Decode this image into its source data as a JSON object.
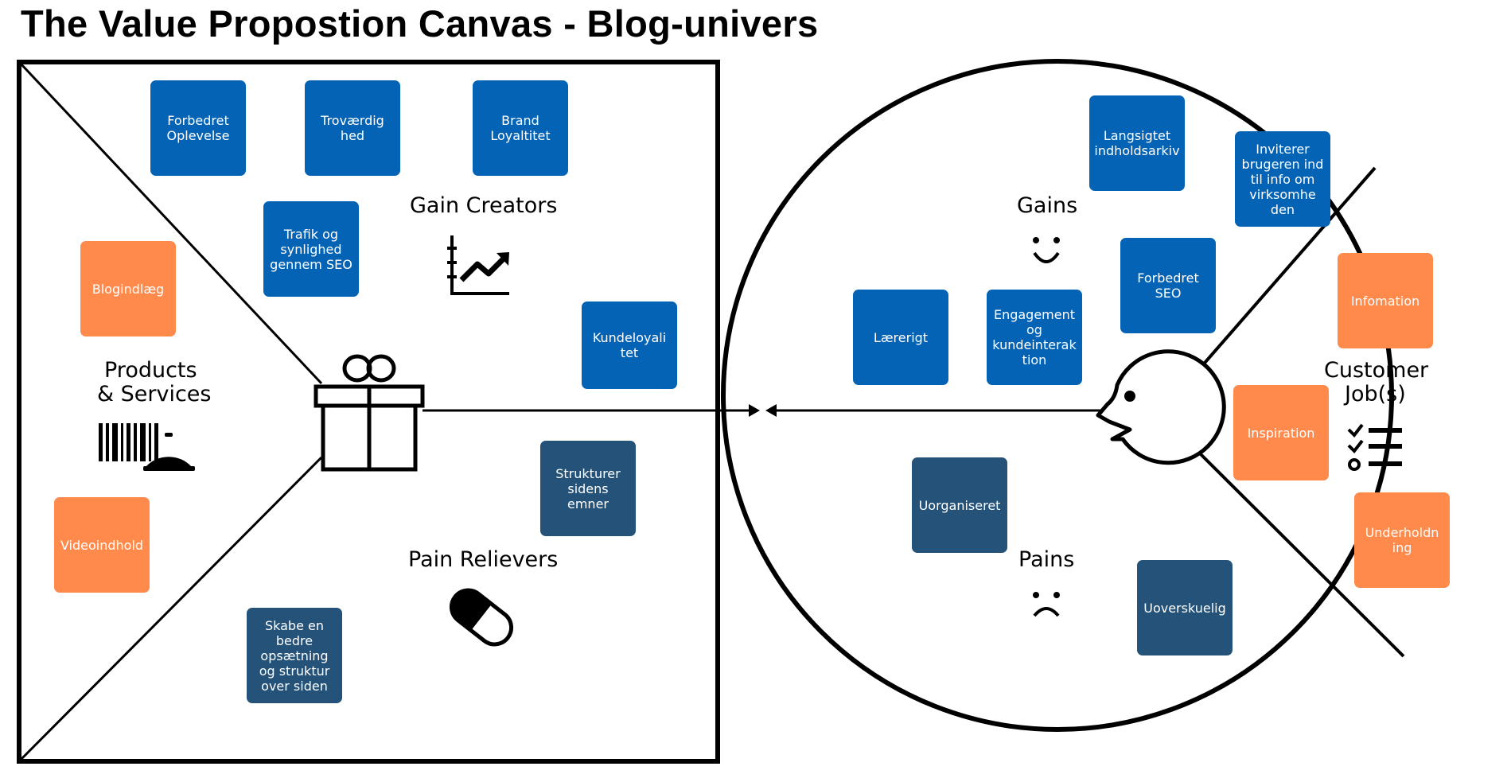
{
  "title": "The Value Propostion Canvas - Blog-univers",
  "value_map": {
    "gain_creators_label": "Gain Creators",
    "pain_relievers_label": "Pain Relievers",
    "products_label_line1": "Products",
    "products_label_line2": "& Services",
    "gain_creators": [
      "Forbedret Oplevelse",
      "Troværdig hed",
      "Brand Loyaltitet",
      "Trafik og synlighed gennem SEO",
      "Kundeloyali tet"
    ],
    "pain_relievers": [
      "Strukturer sidens emner",
      "Skabe en bedre opsætning og struktur over siden"
    ],
    "products": [
      "Blogindlæg",
      "Videoindhold"
    ]
  },
  "customer_profile": {
    "gains_label": "Gains",
    "pains_label": "Pains",
    "jobs_label_line1": "Customer",
    "jobs_label_line2": "Job(s)",
    "gains": [
      "Langsigtet indholdsarkiv",
      "Inviterer brugeren ind til info om virksomhe den",
      "Forbedret SEO",
      "Lærerigt",
      "Engagement og kundeinterak tion"
    ],
    "pains": [
      "Uorganiseret",
      "Uoverskuelig"
    ],
    "jobs": [
      "Infomation",
      "Inspiration",
      "Underholdn ing"
    ]
  },
  "colors": {
    "gain_note": "#0563b5",
    "pain_note": "#245278",
    "job_note": "#ff8a4b",
    "stroke": "#000000"
  },
  "icons": [
    "chart-icon",
    "pill-icon",
    "gift-icon",
    "barcode-icon",
    "service-bell-icon",
    "smile-icon",
    "frown-icon",
    "face-icon",
    "checklist-icon"
  ]
}
